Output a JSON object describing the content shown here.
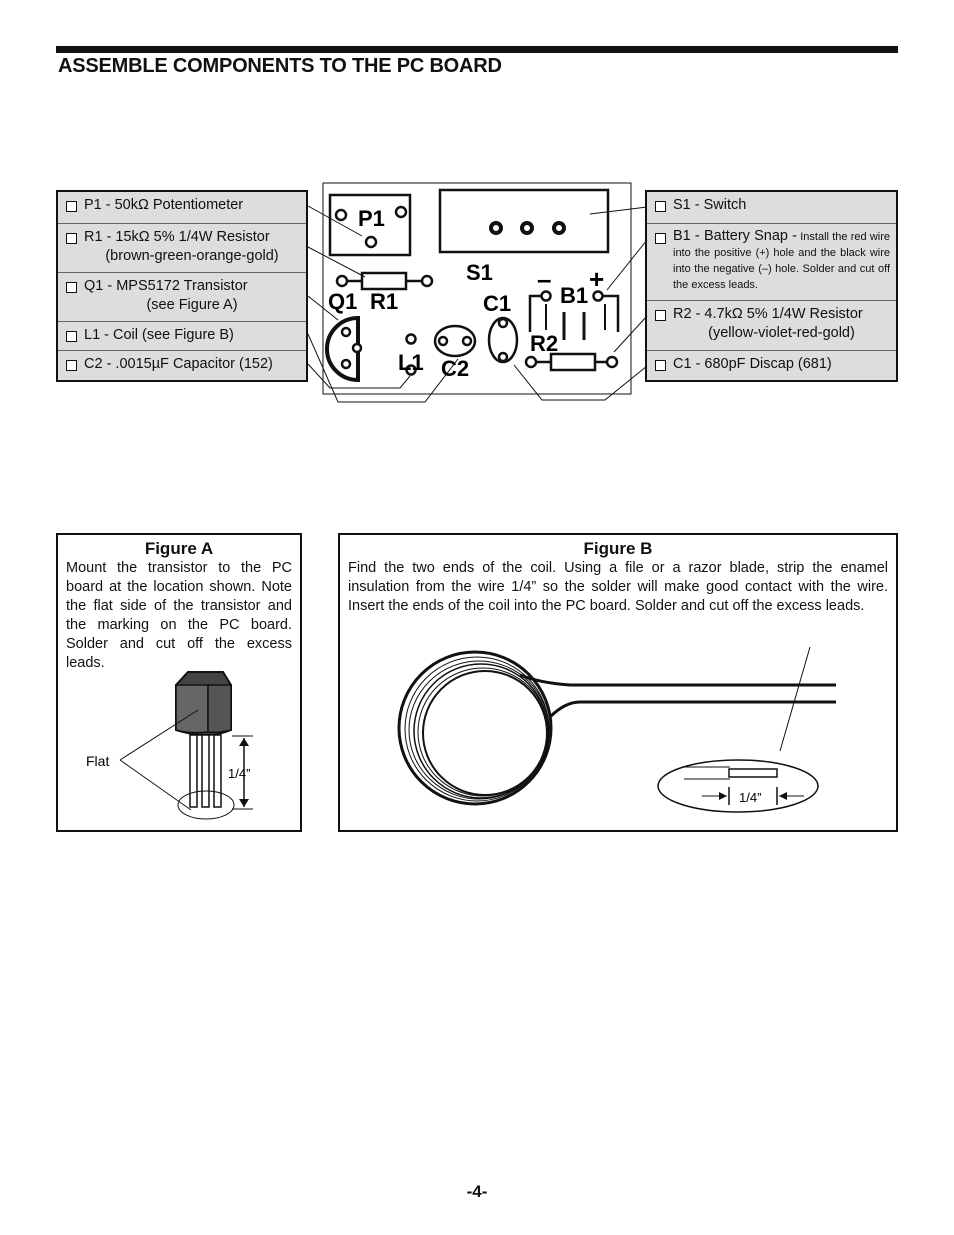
{
  "title": "ASSEMBLE COMPONENTS TO THE PC BOARD",
  "left_parts": [
    {
      "line1": "P1 - 50kΩ Potentiometer",
      "line2": ""
    },
    {
      "line1": "R1 - 15kΩ 5% 1/4W Resistor",
      "line2": "(brown-green-orange-gold)"
    },
    {
      "line1": "Q1 - MPS5172 Transistor",
      "line2": "(see Figure A)"
    },
    {
      "line1": "L1 - Coil  (see Figure B)",
      "line2": ""
    },
    {
      "line1": "C2 - .0015µF Capacitor (152)",
      "line2": ""
    }
  ],
  "right_parts": {
    "s1": "S1 - Switch",
    "b1": "B1 - Battery Snap -",
    "b1_note": " Install the red wire into the positive (+) hole and the black wire into the negative (–) hole. Solder and cut off the excess leads.",
    "r2": "R2 - 4.7kΩ 5% 1/4W Resistor",
    "r2_colors": "(yellow-violet-red-gold)",
    "c1": "C1 - 680pF Discap (681)"
  },
  "board_labels": {
    "p1": "P1",
    "s1": "S1",
    "minus": "–",
    "plus": "+",
    "q1": "Q1",
    "r1": "R1",
    "c1": "C1",
    "b1": "B1",
    "r2": "R2",
    "l1": "L1",
    "c2": "C2"
  },
  "figure_a": {
    "title": "Figure A",
    "text": "Mount the transistor to the PC board at the location shown. Note the flat side of the transistor and the marking on the PC board. Solder and cut off the excess leads.",
    "flat_label": "Flat",
    "dim_label": "1/4”"
  },
  "figure_b": {
    "title": "Figure B",
    "text": "Find the two ends of the coil. Using a file or a razor blade, strip the enamel insulation from the wire 1/4” so the solder will make good contact with the wire. Insert the ends of the coil into the PC board. Solder and cut off the excess leads.",
    "dim_label": "1/4”"
  },
  "page_number": "-4-"
}
